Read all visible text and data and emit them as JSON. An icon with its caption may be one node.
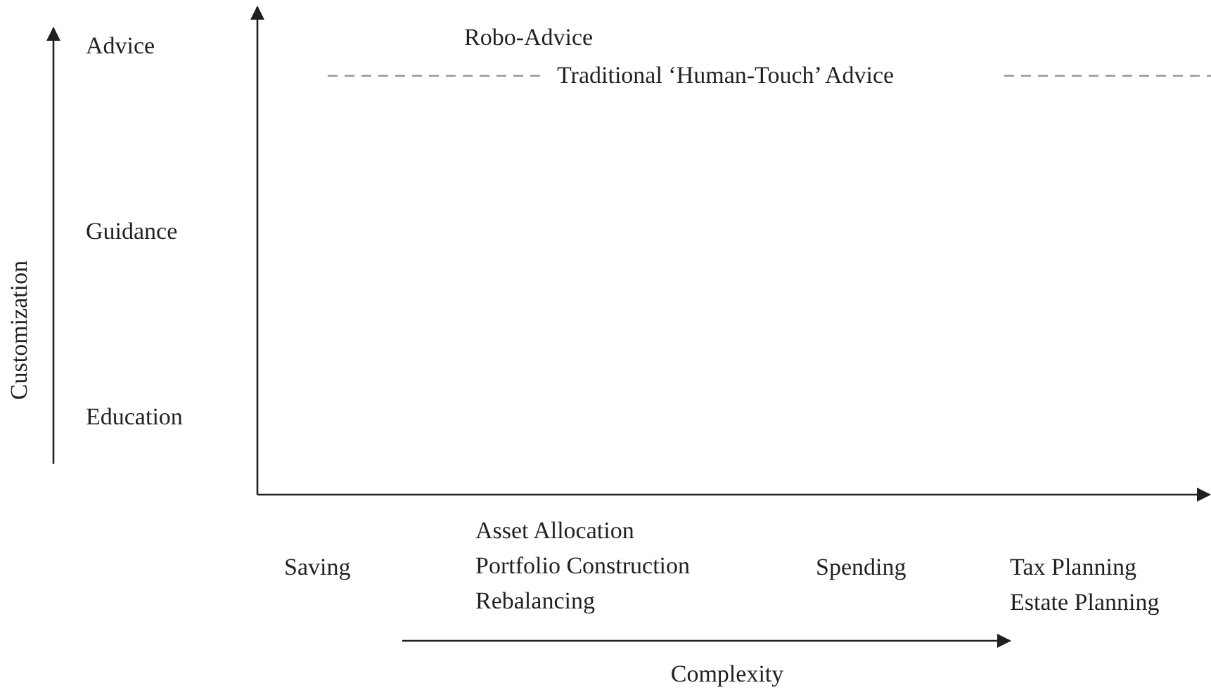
{
  "diagram": {
    "labels": [
      "Advice",
      "Robo-Advice",
      "Traditional ‘Human-Touch’ Advice",
      "Customization",
      "Guidance",
      "Education",
      "Asset Allocation",
      "Saving",
      "Portfolio Construction",
      "Spending",
      "Tax Planning",
      "Rebalancing",
      "Estate Planning",
      "Complexity"
    ]
  }
}
